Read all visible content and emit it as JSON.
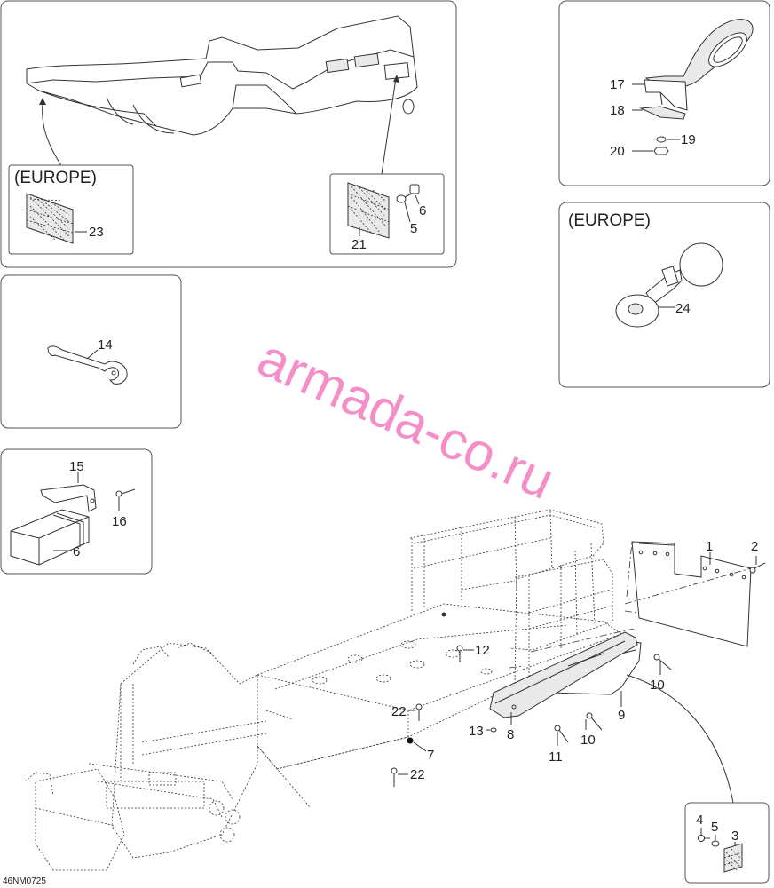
{
  "diagram_code": "46NM0725",
  "watermark": "armada-co.ru",
  "panels": {
    "europe_top": "(EUROPE)",
    "europe_right": "(EUROPE)"
  },
  "callouts": {
    "c1": "1",
    "c2": "2",
    "c3": "3",
    "c4": "4",
    "c5": "5",
    "c5b": "5",
    "c6": "6",
    "c6b": "6",
    "c7": "7",
    "c8": "8",
    "c9": "9",
    "c10": "10",
    "c10b": "10",
    "c11": "11",
    "c12": "12",
    "c13": "13",
    "c14": "14",
    "c15": "15",
    "c16": "16",
    "c17": "17",
    "c18": "18",
    "c19": "19",
    "c20": "20",
    "c21": "21",
    "c22": "22",
    "c22b": "22",
    "c23": "23",
    "c24": "24"
  }
}
